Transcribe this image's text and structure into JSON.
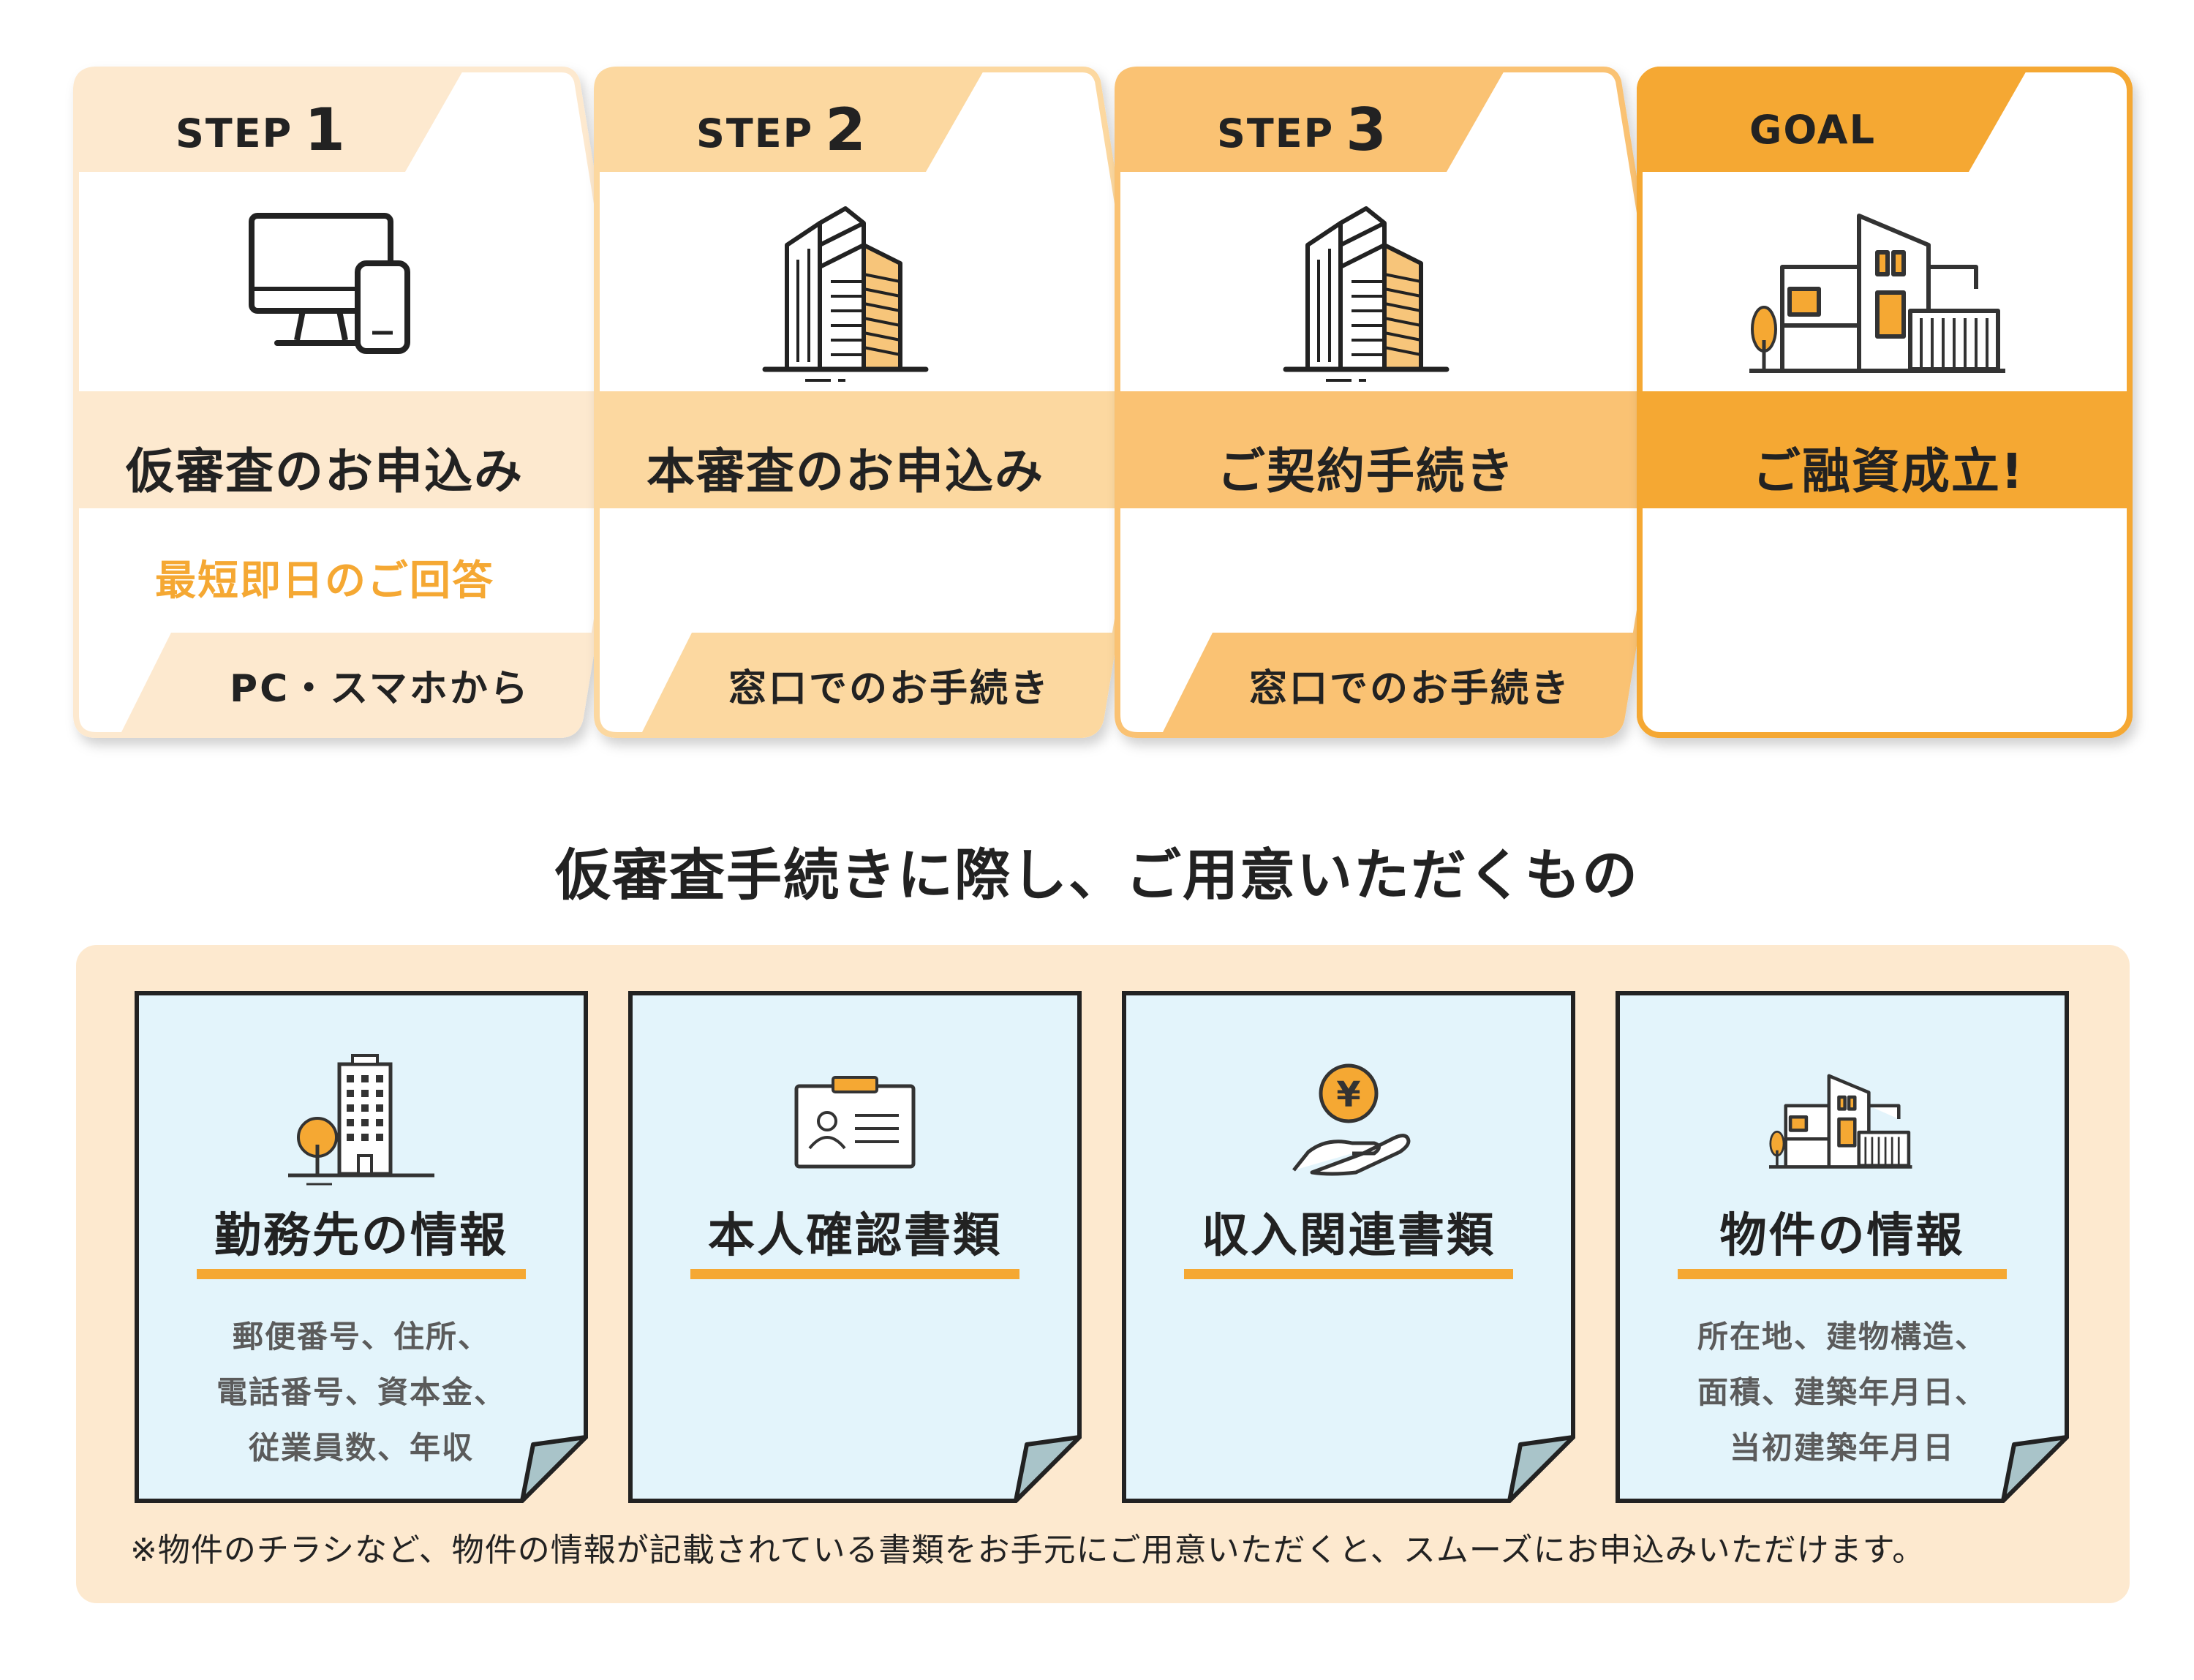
{
  "colors": {
    "step1_tint": "#fde9cf",
    "step2_tint": "#fcd8a0",
    "step3_tint": "#fac273",
    "goal_tint": "#f5a833",
    "accent": "#f5a833",
    "doc_fill": "#e3f4fb",
    "panel_bg": "#fde9cf"
  },
  "steps": [
    {
      "word": "STEP",
      "num": "1",
      "title": "仮審査のお申込み",
      "note": "最短即日のご回答",
      "foot": "PC・スマホから",
      "icon": "devices-icon"
    },
    {
      "word": "STEP",
      "num": "2",
      "title": "本審査のお申込み",
      "note": "",
      "foot": "窓口でのお手続き",
      "icon": "office-building-icon"
    },
    {
      "word": "STEP",
      "num": "3",
      "title": "ご契約手続き",
      "note": "",
      "foot": "窓口でのお手続き",
      "icon": "office-building-icon"
    },
    {
      "word": "GOAL",
      "num": "",
      "title": "ご融資成立!",
      "note": "",
      "foot": "",
      "icon": "house-icon"
    }
  ],
  "requirements": {
    "title": "仮審査手続きに際し、ご用意いただくもの",
    "docs": [
      {
        "title": "勤務先の情報",
        "icon": "workplace-building-icon",
        "lines": [
          "郵便番号、住所、",
          "電話番号、資本金、",
          "従業員数、年収"
        ]
      },
      {
        "title": "本人確認書類",
        "icon": "id-card-icon",
        "lines": []
      },
      {
        "title": "収入関連書類",
        "icon": "yen-coin-hand-icon",
        "lines": []
      },
      {
        "title": "物件の情報",
        "icon": "property-house-icon",
        "lines": [
          "所在地、建物構造、",
          "面積、建築年月日、",
          "当初建築年月日"
        ]
      }
    ],
    "footnote": "※物件のチラシなど、物件の情報が記載されている書類をお手元にご用意いただくと、スムーズにお申込みいただけます。"
  }
}
